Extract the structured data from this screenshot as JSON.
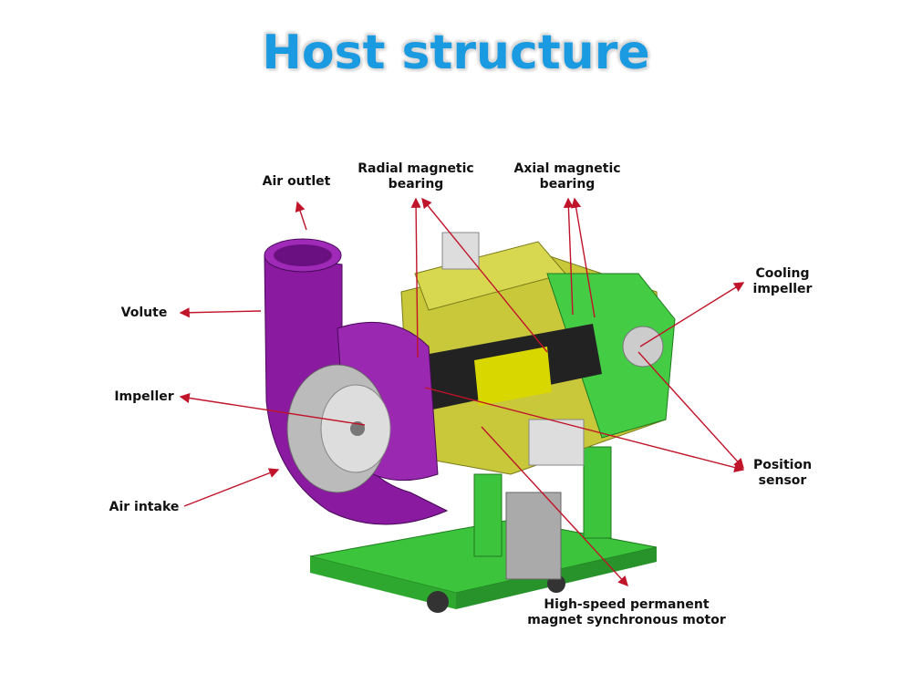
{
  "title": "Host structure",
  "labels": {
    "air_outlet": "Air outlet",
    "radial_bearing_1": "Radial magnetic",
    "radial_bearing_2": "bearing",
    "axial_bearing_1": "Axial magnetic",
    "axial_bearing_2": "bearing",
    "cooling_1": "Cooling",
    "cooling_2": "impeller",
    "volute": "Volute",
    "impeller": "Impeller",
    "air_intake": "Air intake",
    "position_1": "Position",
    "position_2": "sensor",
    "motor_1": "High-speed permanent",
    "motor_2": "magnet synchronous motor"
  },
  "colors": {
    "title": "#1a9ae0",
    "arrow": "#c0142a",
    "volute": "#8a1aa0",
    "base": "#3cc43c",
    "housing": "#c8c83a"
  }
}
